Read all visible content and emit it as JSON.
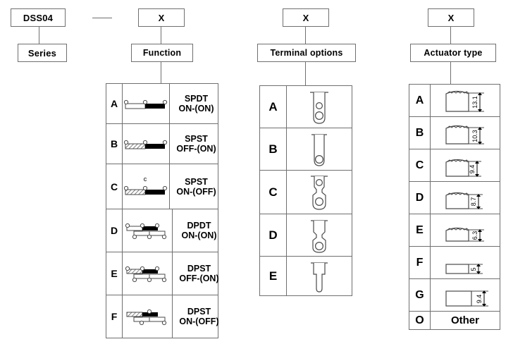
{
  "header": {
    "series_code": "DSS04",
    "series_label": "Series",
    "separator": "—",
    "placeholder": "X",
    "function_label": "Function",
    "terminal_label": "Terminal options",
    "actuator_label": "Actuator type"
  },
  "function_table": {
    "title": "Function",
    "rows": [
      {
        "code": "A",
        "type": "SPDT",
        "state": "ON-(ON)",
        "poles": 1,
        "left_fill": "hollow",
        "note": ""
      },
      {
        "code": "B",
        "type": "SPST",
        "state": "OFF-(ON)",
        "poles": 1,
        "left_fill": "hatched",
        "note": ""
      },
      {
        "code": "C",
        "type": "SPST",
        "state": "ON-(OFF)",
        "poles": 1,
        "left_fill": "hatched",
        "note": "c"
      },
      {
        "code": "D",
        "type": "DPDT",
        "state": "ON-(ON)",
        "poles": 2,
        "left_fill": "hollow",
        "note": ""
      },
      {
        "code": "E",
        "type": "DPST",
        "state": "OFF-(ON)",
        "poles": 2,
        "left_fill": "hatched",
        "note": ""
      },
      {
        "code": "F",
        "type": "DPST",
        "state": "ON-(OFF)",
        "poles": 2,
        "left_fill": "hatched",
        "note": ""
      }
    ]
  },
  "terminal_table": {
    "title": "Terminal options",
    "rows": [
      {
        "code": "A",
        "shape": "lug-two-holes-round-end"
      },
      {
        "code": "B",
        "shape": "lug-one-hole-round-end"
      },
      {
        "code": "C",
        "shape": "lug-two-holes-waisted"
      },
      {
        "code": "D",
        "shape": "lug-one-hole-waisted"
      },
      {
        "code": "E",
        "shape": "plain-blade"
      }
    ]
  },
  "actuator_table": {
    "title": "Actuator type",
    "rows": [
      {
        "code": "A",
        "height": "13.1",
        "top": "knurled",
        "width": "narrow"
      },
      {
        "code": "B",
        "height": "10.3",
        "top": "knurled",
        "width": "narrow"
      },
      {
        "code": "C",
        "height": "9.4",
        "top": "knurled",
        "width": "narrow"
      },
      {
        "code": "D",
        "height": "8.7",
        "top": "knurled",
        "width": "narrow"
      },
      {
        "code": "E",
        "height": "6.3",
        "top": "knurled",
        "width": "narrow"
      },
      {
        "code": "F",
        "height": "5",
        "top": "flat",
        "width": "narrow"
      },
      {
        "code": "G",
        "height": "9.4",
        "top": "flat",
        "width": "wide"
      },
      {
        "code": "O",
        "height": "",
        "top": "",
        "width": "",
        "other_label": "Other"
      }
    ]
  },
  "colors": {
    "line": "#6f6f6f",
    "ink": "#000000",
    "background": "#ffffff"
  }
}
